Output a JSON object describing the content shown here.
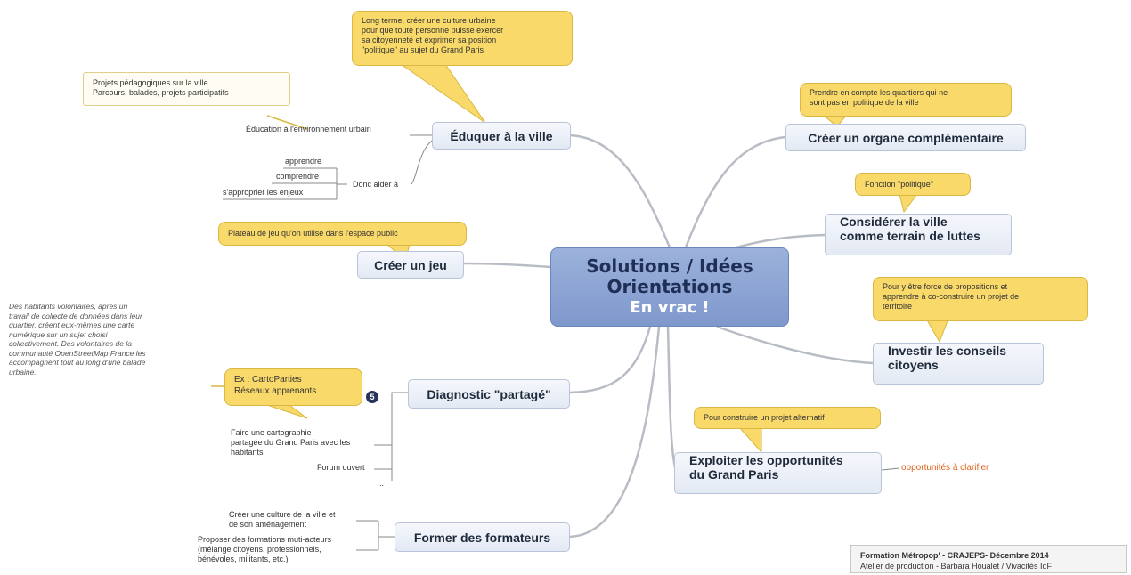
{
  "central": {
    "line1": "Solutions / Idées",
    "line2": "Orientations",
    "line3": "En vrac !"
  },
  "nodes": {
    "eduquer": "Éduquer à la ville",
    "jeu": "Créer un jeu",
    "diagnostic": "Diagnostic \"partagé\"",
    "former": "Former des formateurs",
    "organe": "Créer un organe complémentaire",
    "considerer_1": "Considérer la ville",
    "considerer_2": "comme terrain de luttes",
    "investir_1": "Investir les conseils",
    "investir_2": "citoyens",
    "exploiter_1": "Exploiter les opportunités",
    "exploiter_2": "du Grand Paris"
  },
  "callouts": {
    "eduquer_top": [
      "Long terme, créer une culture urbaine",
      "pour que toute personne puisse exercer",
      "sa citoyenneté et exprimer sa position",
      "\"politique\" au sujet du Grand Paris"
    ],
    "jeu": "Plateau de jeu qu'on utilise dans l'espace public",
    "diagnostic": [
      "Ex : CartoParties",
      "Réseaux apprenants"
    ],
    "organe": [
      "Prendre en compte les quartiers qui ne",
      "sont pas en politique de la ville"
    ],
    "considerer": "Fonction \"politique\"",
    "investir": [
      "Pour y être force de propositions et",
      "apprendre à co-construire un projet de",
      "territoire"
    ],
    "exploiter": "Pour construire un projet alternatif"
  },
  "notes": {
    "projets": [
      "Projets pédagogiques sur la ville",
      "Parcours, balades, projets participatifs"
    ]
  },
  "labels": {
    "education": "Éducation à l'environnement urbain",
    "donc_aider": "Donc aider à",
    "apprendre": "apprendre",
    "comprendre": "comprendre",
    "sapproprier": "s'approprier les enjeux",
    "faire_carto": [
      "Faire une cartographie",
      "partagée du Grand Paris avec les",
      "habitants"
    ],
    "forum": "Forum ouvert",
    "ellipsis": "..",
    "creer_culture": [
      "Créer une culture de la ville et",
      "de son aménagement"
    ],
    "proposer": [
      "Proposer des formations muti-acteurs",
      "(mélange citoyens, professionnels,",
      "bénévoles, militants, etc.)"
    ],
    "opportunites": "opportunités à clarifier",
    "habitants": [
      "Des habitants volontaires, après un",
      "travail de collecte de données dans leur",
      "quartier, créent eux-mêmes une carte",
      "numérique sur un sujet choisi",
      "collectivement. Des volontaires de la",
      "communauté OpenStreetMap France les",
      "accompagnent tout au long d'une balade",
      "urbaine."
    ]
  },
  "badge": "5",
  "footer": {
    "line1": "Formation Métropop' - CRAJEPS- Décembre 2014",
    "line2": "Atelier de production - Barbara Houalet / Vivacités IdF"
  },
  "colors": {
    "central": "#8aa2d3",
    "node": "#e6ebf5",
    "callout": "#f8d96a",
    "link": "#b8bcc4",
    "accent": "#e0621b"
  }
}
